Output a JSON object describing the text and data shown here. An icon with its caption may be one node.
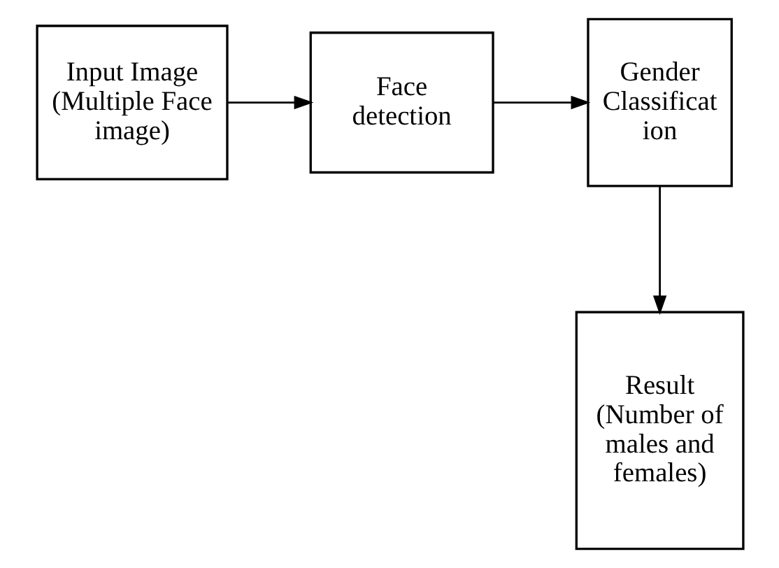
{
  "diagram": {
    "nodes": [
      {
        "text": [
          "Input Image (Multiple Face image)"
        ]
      },
      {
        "text": [
          "Face detection"
        ]
      },
      {
        "text": [
          "Gender Classificat ion"
        ]
      },
      {
        "text": [
          "Result (Number of males and females)"
        ]
      }
    ],
    "edges": [
      {
        "from": 0,
        "to": 1,
        "arrow": "to"
      },
      {
        "from": 1,
        "to": 2,
        "arrow": "to"
      },
      {
        "from": 2,
        "to": 3,
        "arrow": "to"
      }
    ]
  }
}
